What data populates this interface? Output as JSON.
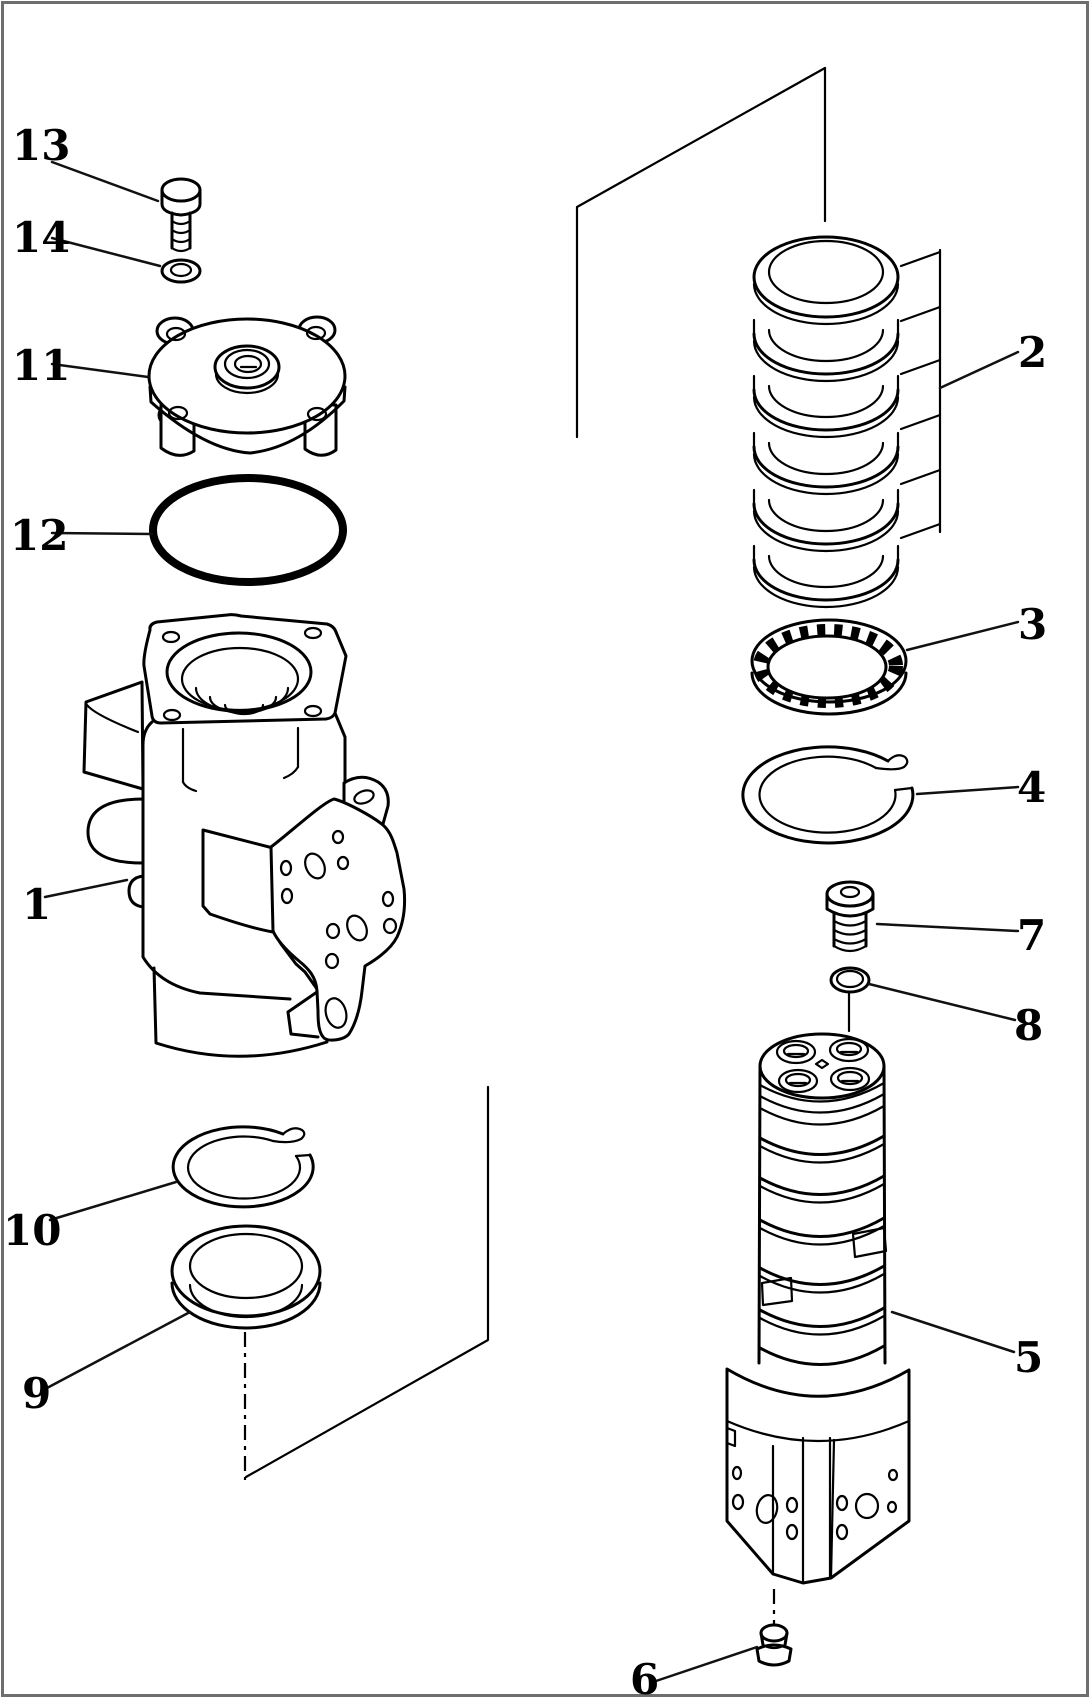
{
  "figure": {
    "kind": "exploded-parts-diagram",
    "background_color": "#ffffff",
    "line_color": "#000000",
    "border_color": "#6e6e6e"
  },
  "callouts": [
    {
      "label": "13"
    },
    {
      "label": "14"
    },
    {
      "label": "11"
    },
    {
      "label": "12"
    },
    {
      "label": "1"
    },
    {
      "label": "10"
    },
    {
      "label": "9"
    },
    {
      "label": "2"
    },
    {
      "label": "3"
    },
    {
      "label": "4"
    },
    {
      "label": "7"
    },
    {
      "label": "8"
    },
    {
      "label": "5"
    },
    {
      "label": "6"
    }
  ]
}
